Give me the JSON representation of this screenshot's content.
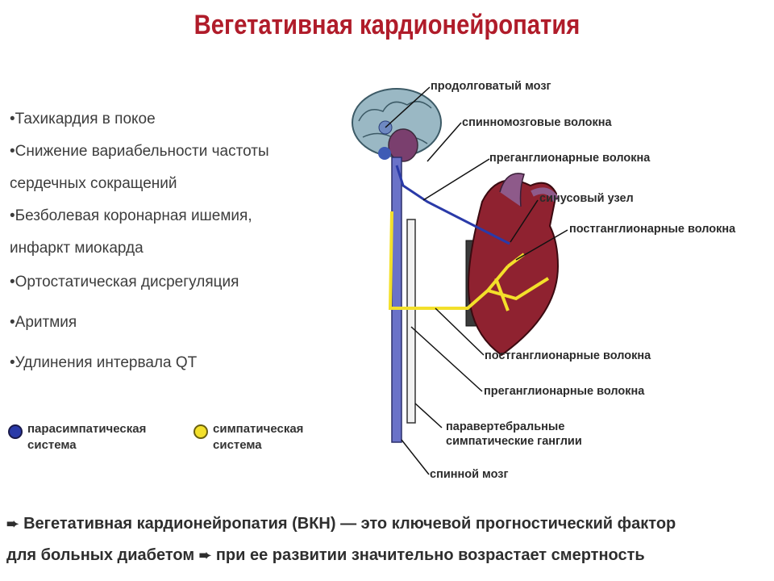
{
  "title": "Вегетативная кардионейропатия",
  "bullets": [
    {
      "line1": "•Тахикардия в покое",
      "line2": ""
    },
    {
      "line1": "•Снижение вариабельности частоты",
      "line2": "сердечных сокращений"
    },
    {
      "line1": "•Безболевая коронарная ишемия,",
      "line2": "инфаркт миокарда"
    },
    {
      "line1": "•Ортостатическая дисрегуляция",
      "line2": ""
    },
    {
      "line1": "•Аритмия",
      "line2": ""
    },
    {
      "line1": "•Удлинения интервала QT",
      "line2": ""
    }
  ],
  "legend": {
    "parasympathetic": {
      "line1": "парасимпатическая",
      "line2": "система",
      "color": "#2a3aa8"
    },
    "sympathetic": {
      "line1": "симпатическая",
      "line2": "система",
      "color": "#f3e02a"
    }
  },
  "labels": {
    "medulla": "продолговатый мозг",
    "spinal_fibers": "спинномозговые волокна",
    "preganglionic_top": "преганглионарные волокна",
    "sinus_node": "синусовый узел",
    "postganglionic_top": "постганглионарные волокна",
    "postganglionic_bottom": "постганглионарные волокна",
    "preganglionic_bottom": "преганглионарные волокна",
    "paravertebral_1": "паравертебральные",
    "paravertebral_2": "симпатические ганглии",
    "spinal_cord": "спинной мозг"
  },
  "footer": {
    "arrow": "➨",
    "line1": "Вегетативная кардионейропатия (ВКН) — это ключевой прогностический фактор",
    "line2a": "для больных диабетом",
    "line2b": "при ее развитии значительно возрастает смертность"
  }
}
